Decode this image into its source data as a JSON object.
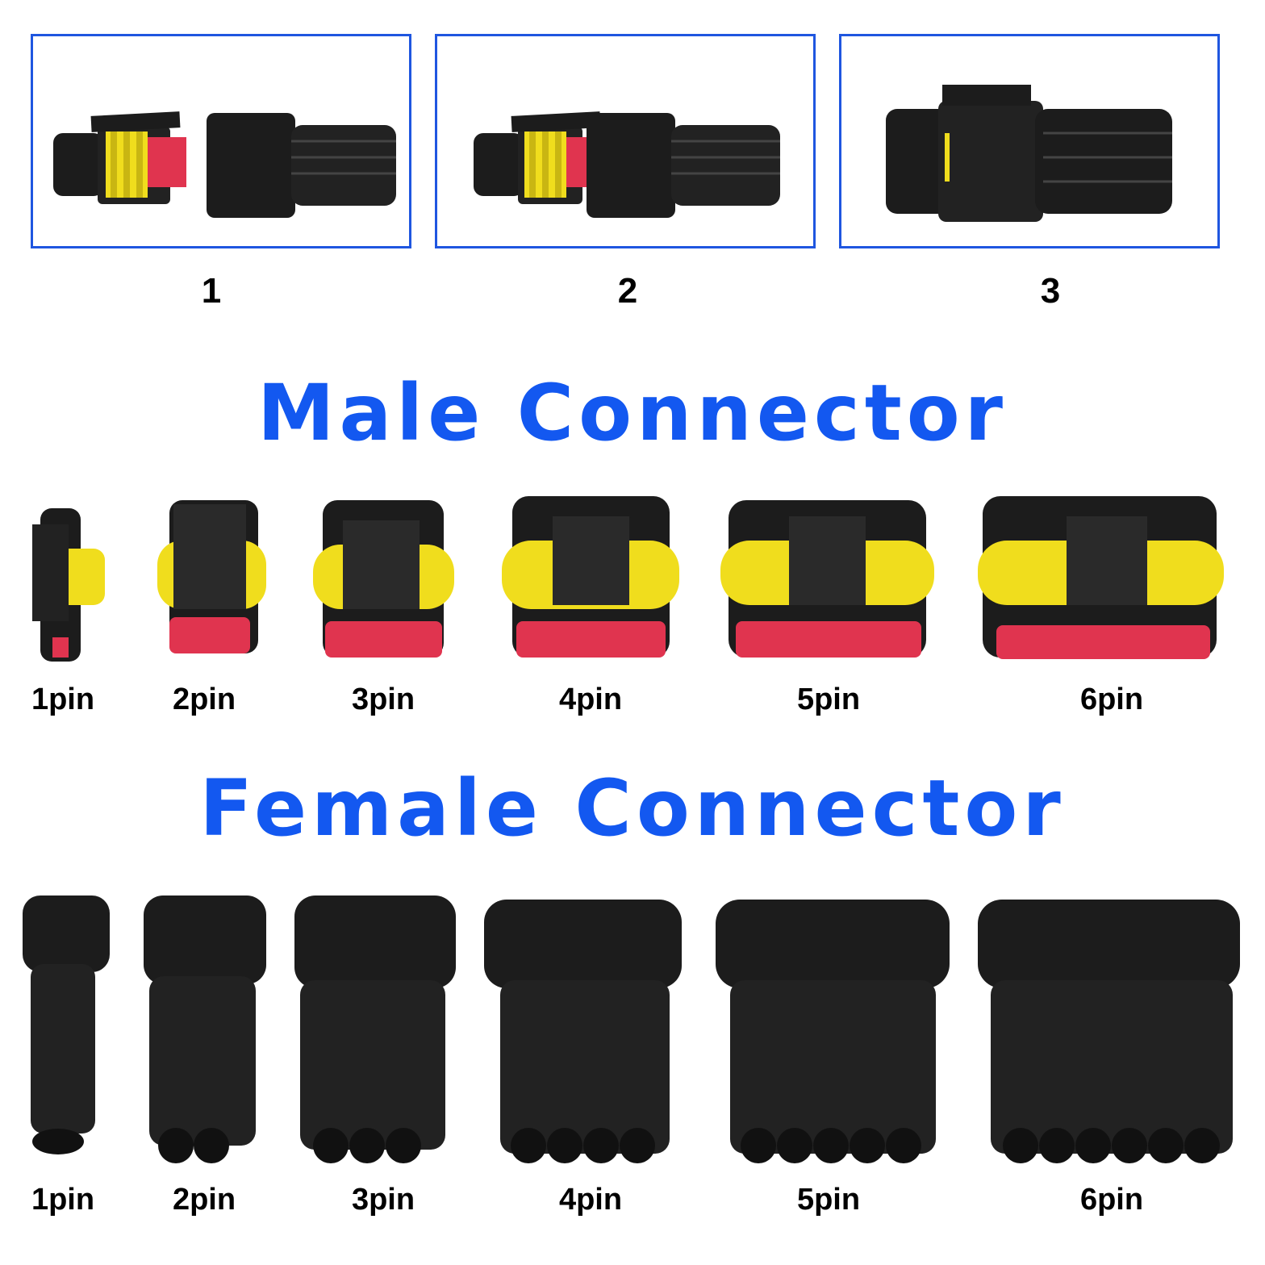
{
  "steps": [
    "1",
    "2",
    "3"
  ],
  "male": {
    "title": "Male Connector",
    "labels": [
      "1pin",
      "2pin",
      "3pin",
      "4pin",
      "5pin",
      "6pin"
    ]
  },
  "female": {
    "title": "Female Connector",
    "labels": [
      "1pin",
      "2pin",
      "3pin",
      "4pin",
      "5pin",
      "6pin"
    ]
  },
  "colors": {
    "accent": "#1358f0",
    "frame": "#1f56e0",
    "housing": "#1c1c1c",
    "seal": "#f2e21c",
    "lock": "#e0344f"
  }
}
